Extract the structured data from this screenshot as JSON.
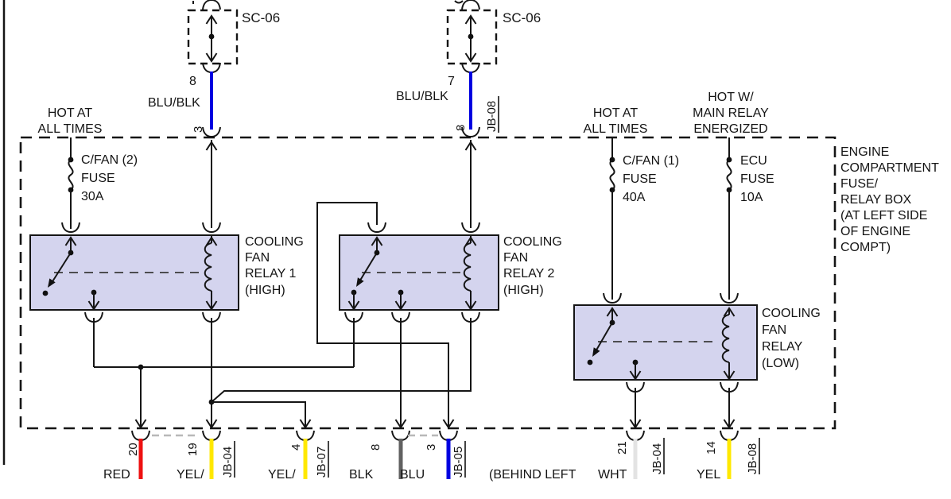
{
  "diagram": {
    "colors": {
      "box_fill": "#dbdbf3",
      "relay_fill": "#d4d4ee",
      "sc_fill": "#d8d8f2",
      "wire_blue": "#0000e0"
    },
    "splices": {
      "left": {
        "label": "SC-06",
        "top_pin": "8",
        "wire_color": "BLU/BLK",
        "entry_pin": "3"
      },
      "right": {
        "label": "SC-06",
        "top_pin": "7",
        "wire_color": "BLU/BLK",
        "entry_pin": "8",
        "jb": "JB-08"
      }
    },
    "power_labels": {
      "left": [
        "HOT AT",
        "ALL TIMES"
      ],
      "mid": [
        "HOT AT",
        "ALL TIMES"
      ],
      "right": [
        "HOT W/",
        "MAIN RELAY",
        "ENERGIZED"
      ]
    },
    "fuses": {
      "cfan2": [
        "C/FAN (2)",
        "FUSE",
        "30A"
      ],
      "cfan1": [
        "C/FAN (1)",
        "FUSE",
        "40A"
      ],
      "ecu": [
        "ECU",
        "FUSE",
        "10A"
      ]
    },
    "relays": {
      "relay1": [
        "COOLING",
        "FAN",
        "RELAY 1",
        "(HIGH)"
      ],
      "relay2": [
        "COOLING",
        "FAN",
        "RELAY 2",
        "(HIGH)"
      ],
      "relay_low": [
        "COOLING",
        "FAN",
        "RELAY",
        "(LOW)"
      ]
    },
    "box_label": [
      "ENGINE",
      "COMPARTMENT",
      "FUSE/",
      "RELAY BOX",
      "(AT LEFT SIDE",
      "OF ENGINE",
      "COMPT)"
    ],
    "exits": [
      {
        "pin": "20",
        "color": "RED",
        "jb": "",
        "hex": "#ee1111"
      },
      {
        "pin": "19",
        "color": "YEL/",
        "jb": "JB-04",
        "hex": "#ffe800"
      },
      {
        "pin": "4",
        "color": "YEL/",
        "jb": "JB-07",
        "hex": "#ffe800"
      },
      {
        "pin": "8",
        "color": "BLK",
        "jb": "",
        "hex": "#616161"
      },
      {
        "pin": "3",
        "color": "BLU",
        "jb": "JB-05",
        "hex": "#0000e0"
      },
      {
        "pin": "21",
        "color": "WHT",
        "jb": "JB-04",
        "hex": "#e3e3e3"
      },
      {
        "pin": "14",
        "color": "YEL",
        "jb": "JB-08",
        "hex": "#ffe800"
      }
    ],
    "note": "(BEHIND LEFT"
  }
}
